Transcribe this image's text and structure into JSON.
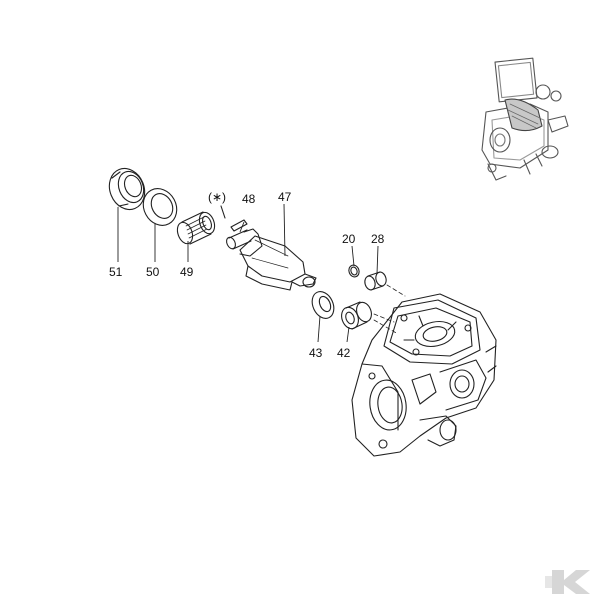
{
  "diagram": {
    "labels": {
      "p51": "51",
      "p50": "50",
      "p49": "49",
      "p48": "48",
      "p47": "47",
      "p20": "20",
      "p28": "28",
      "p43": "43",
      "p42": "42",
      "note": "(∗)"
    },
    "icons": {
      "thumbnail": "assembly-thumbnail-icon",
      "brand": "brand-k-logo-icon"
    },
    "colors": {
      "line": "#222222",
      "background": "#ffffff",
      "brand": "#d8d8d8"
    }
  }
}
